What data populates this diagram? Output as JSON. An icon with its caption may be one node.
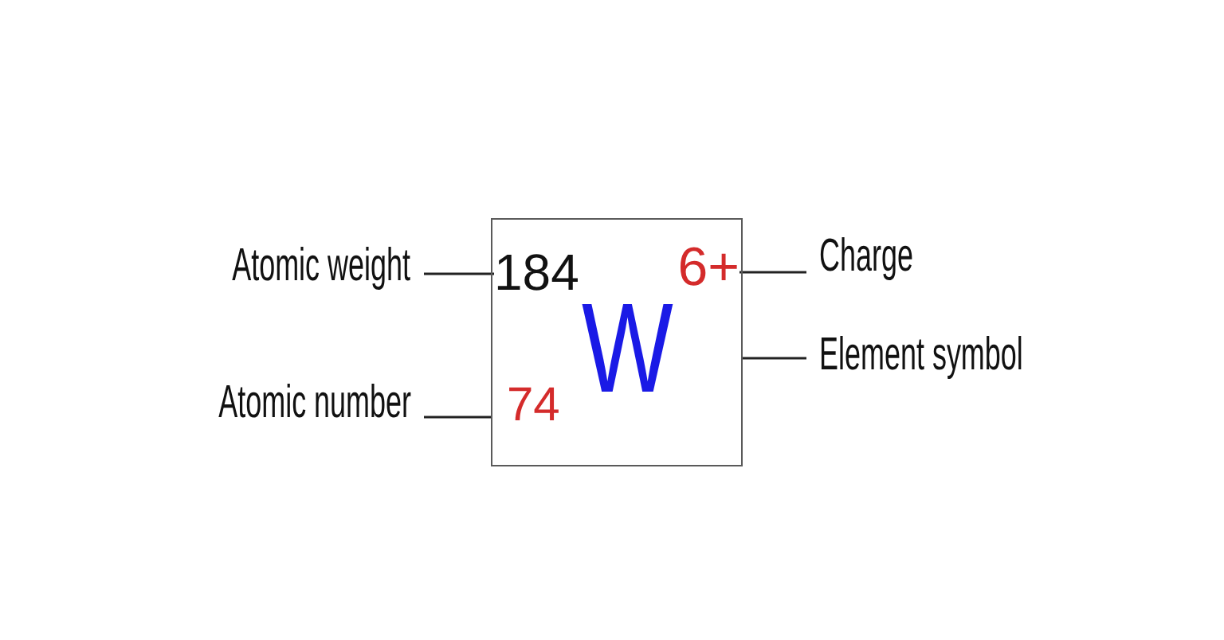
{
  "diagram": {
    "nodes": [
      {
        "text": [
          "Atomic weight"
        ]
      },
      {
        "text": [
          "W"
        ]
      },
      {
        "text": [
          "184"
        ],
        "in": 1
      },
      {
        "text": [
          "6+"
        ],
        "in": 1
      },
      {
        "text": [
          "Charge"
        ]
      },
      {
        "text": [
          "Element symbol"
        ]
      },
      {
        "text": [
          "Atomic number"
        ]
      },
      {
        "text": [
          "74"
        ],
        "in": 1
      }
    ],
    "edges": [
      {
        "from": 0,
        "to": 2,
        "arrow": "none"
      },
      {
        "from": 4,
        "to": 3,
        "arrow": "none"
      },
      {
        "from": 5,
        "to": 1,
        "arrow": "none"
      },
      {
        "from": 6,
        "to": 7,
        "arrow": "none"
      }
    ]
  }
}
